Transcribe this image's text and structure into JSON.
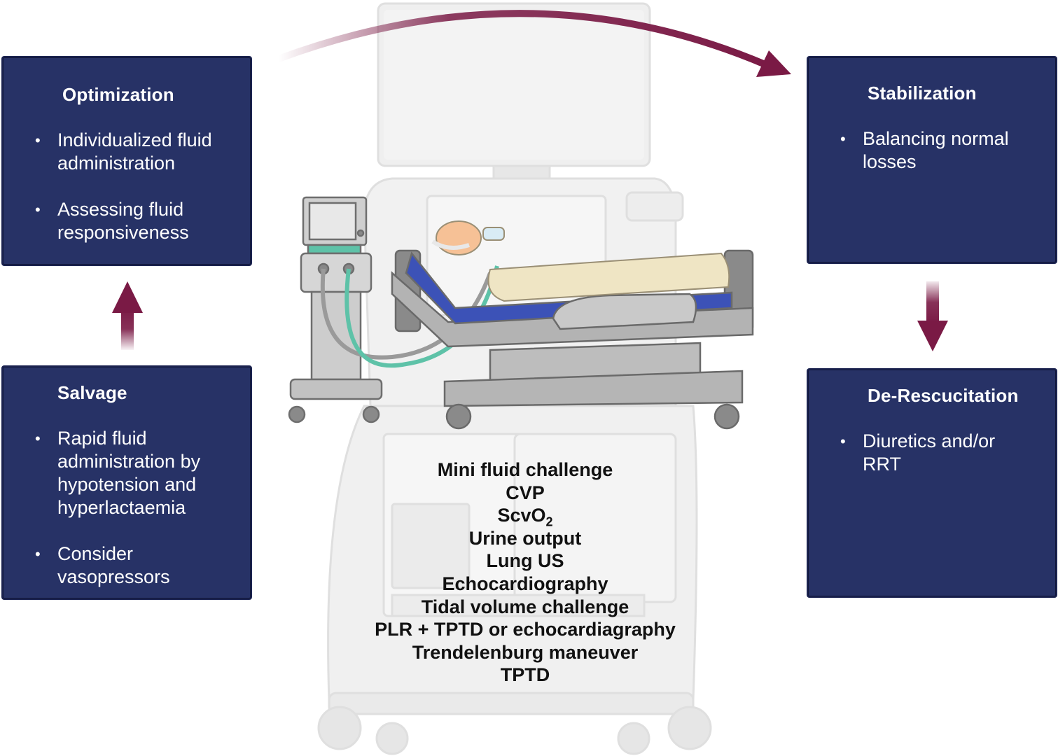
{
  "colors": {
    "box_fill": "#273266",
    "arrow": "#7a1a45",
    "center_text": "#111111"
  },
  "boxes": {
    "optimization": {
      "title": "Optimization",
      "items": [
        "Individualized fluid administration",
        "Assessing fluid responsiveness"
      ]
    },
    "salvage": {
      "title": "Salvage",
      "items": [
        "Rapid fluid administration by hypotension and hyperlactaemia",
        "Consider vasopressors"
      ]
    },
    "stabilization": {
      "title": "Stabilization",
      "items": [
        "Balancing normal losses"
      ]
    },
    "deresuscitation": {
      "title": "De-Rescucitation",
      "items": [
        "Diuretics and/or RRT"
      ]
    }
  },
  "monitoring": {
    "mini_fluid": "Mini fluid challenge",
    "cvp": "CVP",
    "scvo2_main": "ScvO",
    "scvo2_sub": "2",
    "urine": "Urine output",
    "lung_us": "Lung US",
    "echo": "Echocardiography",
    "tidal": "Tidal volume challenge",
    "plr": "PLR + TPTD or echocardiagraphy",
    "trendelenburg": "Trendelenburg maneuver",
    "tptd": "TPTD"
  },
  "bullet_glyph": "•"
}
